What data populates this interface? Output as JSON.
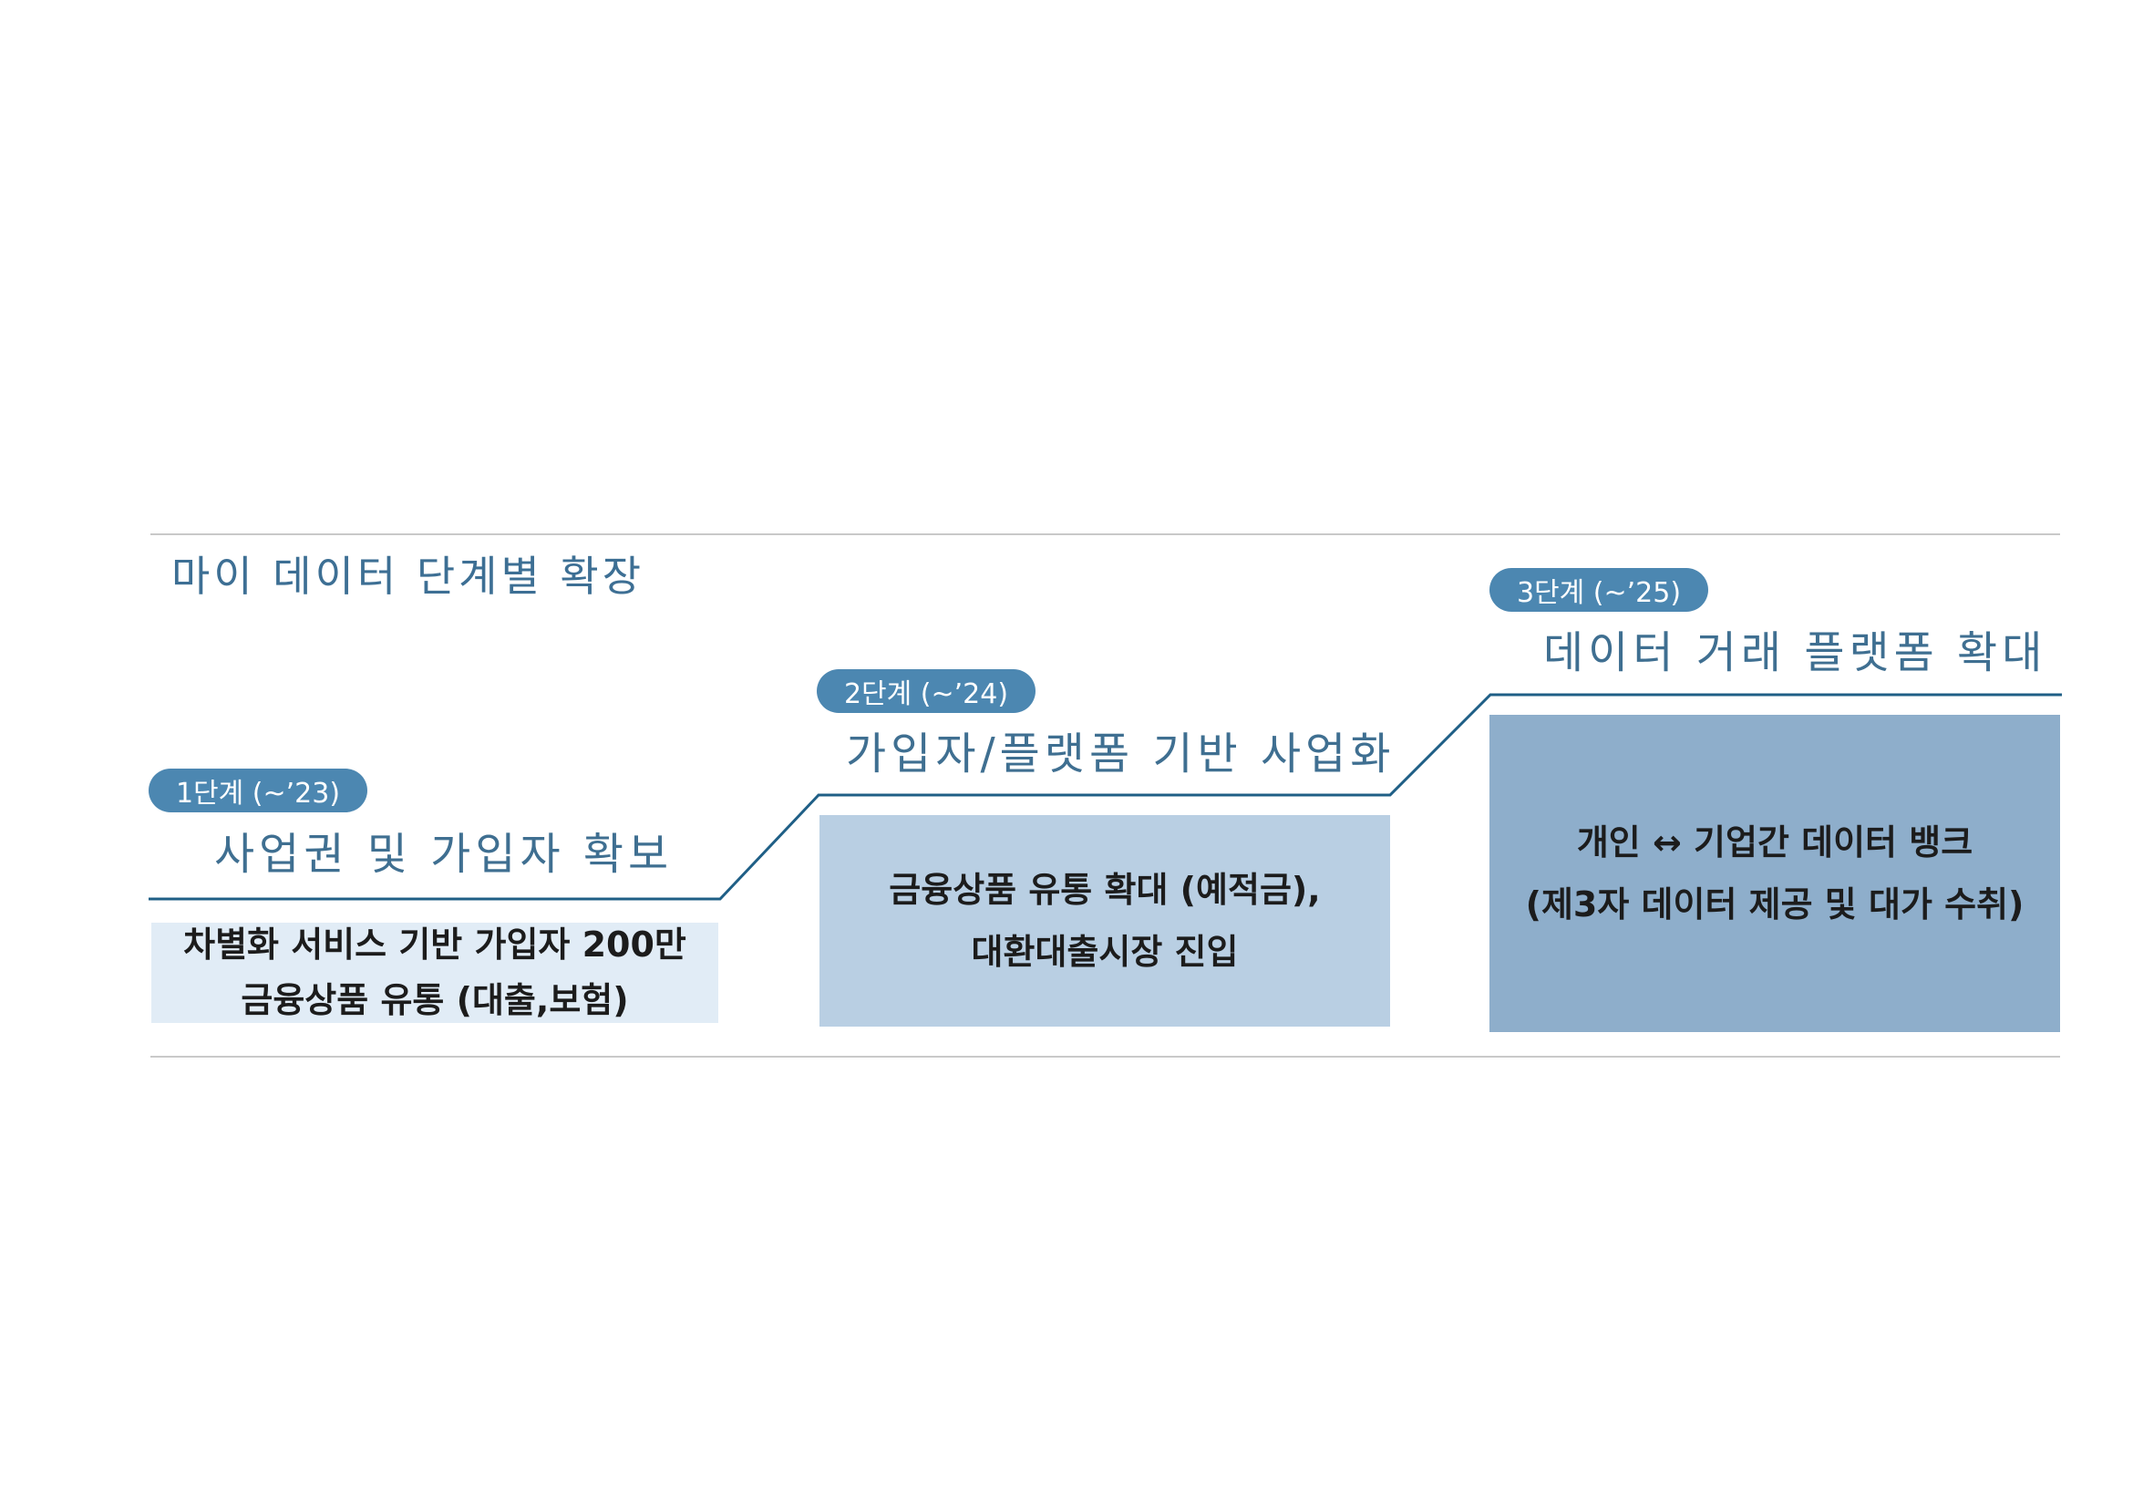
{
  "title": "마이 데이터 단계별 확장",
  "colors": {
    "step_line": "#1f5f86",
    "pill": "#4c87b1"
  },
  "stages": [
    {
      "badge": "1단계 (~’23)",
      "title": "사업권 및 가입자 확보",
      "lines": [
        "차별화 서비스 기반 가입자 200만",
        "금융상품 유통 (대출,보험)"
      ],
      "box_color": "#e1ecf6"
    },
    {
      "badge": "2단계 (~’24)",
      "title": "가입자/플랫폼 기반 사업화",
      "lines": [
        "금융상품 유통 확대 (예적금),",
        "대환대출시장 진입"
      ],
      "box_color": "#b9cfe3"
    },
    {
      "badge": "3단계 (~’25)",
      "title": "데이터 거래 플랫폼 확대",
      "lines": [
        "개인 ↔ 기업간 데이터 뱅크",
        "(제3자 데이터 제공 및 대가 수취)"
      ],
      "box_color": "#8eaecb"
    }
  ]
}
